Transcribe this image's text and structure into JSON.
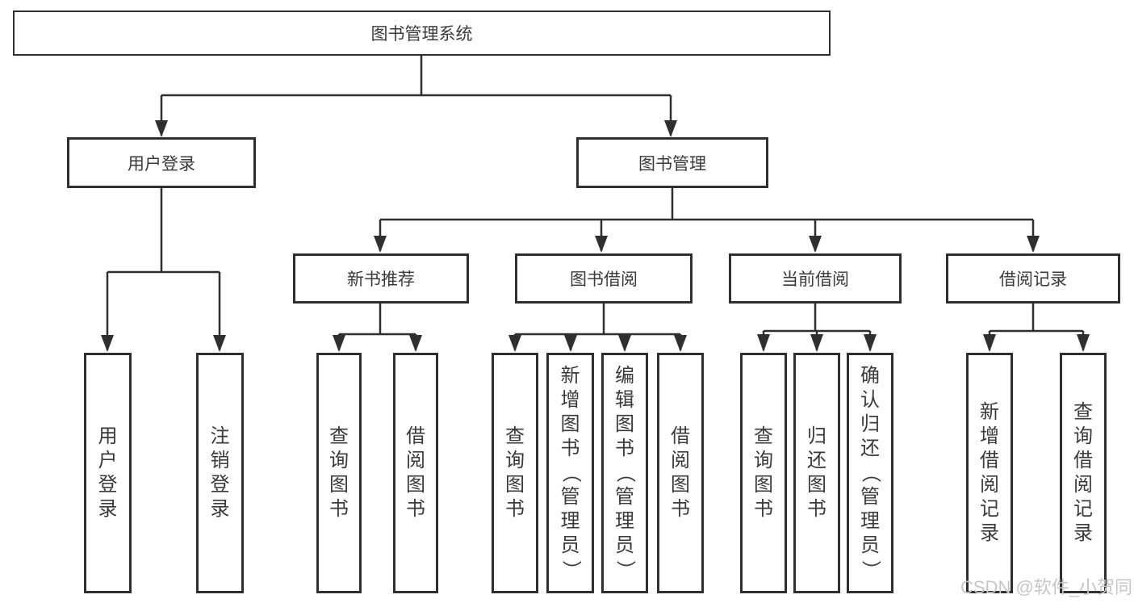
{
  "tree": {
    "label": "图书管理系统",
    "children": [
      {
        "label": "用户登录",
        "children": [
          {
            "label": "用户登录"
          },
          {
            "label": "注销登录"
          }
        ]
      },
      {
        "label": "图书管理",
        "children": [
          {
            "label": "新书推荐",
            "children": [
              {
                "label": "查询图书"
              },
              {
                "label": "借阅图书"
              }
            ]
          },
          {
            "label": "图书借阅",
            "children": [
              {
                "label": "查询图书"
              },
              {
                "label": "新增图书（管理员）"
              },
              {
                "label": "编辑图书（管理员）"
              },
              {
                "label": "借阅图书"
              }
            ]
          },
          {
            "label": "当前借阅",
            "children": [
              {
                "label": "查询图书"
              },
              {
                "label": "归还图书"
              },
              {
                "label": "确认归还（管理员）"
              }
            ]
          },
          {
            "label": "借阅记录",
            "children": [
              {
                "label": "新增借阅记录"
              },
              {
                "label": "查询借阅记录"
              }
            ]
          }
        ]
      }
    ]
  },
  "watermark": {
    "text": "CSDN @软件_小贺同学"
  },
  "colors": {
    "background": "#ffffff",
    "line": "#2f2f2f",
    "box_border": "#2f2f2f",
    "text": "#3a3a3a",
    "watermark": "#c6c6c6"
  }
}
